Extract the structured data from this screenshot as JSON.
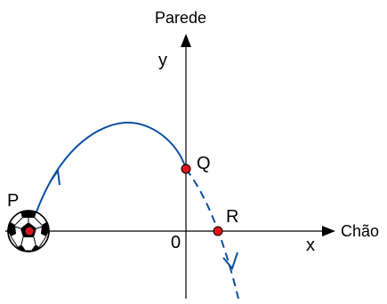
{
  "labels": {
    "wall": "Parede",
    "floor": "Chão",
    "y_axis": "y",
    "x_axis": "x",
    "origin": "0",
    "point_p": "P",
    "point_q": "Q",
    "point_r": "R"
  },
  "colors": {
    "trajectory": "#0b4ea2",
    "points": "#e0141e",
    "axes": "#000000"
  },
  "icons": {
    "ball": "soccer-ball-icon"
  }
}
